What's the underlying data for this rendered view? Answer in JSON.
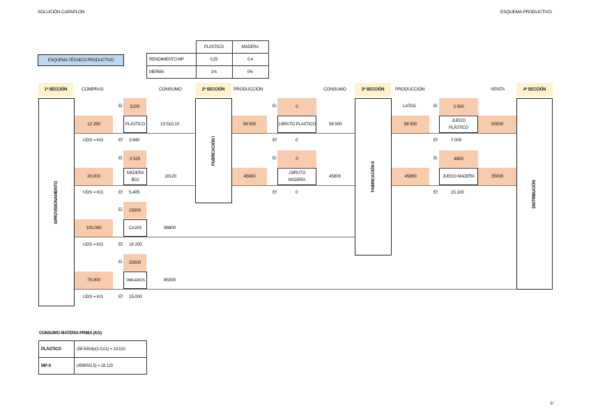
{
  "header": {
    "left_title": "SOLUCIÓN CAPAPLON",
    "right_title": "ESQUEMA PRODUCTIVO"
  },
  "scheme_title": "ESQUEMA TÉCNICO PRODUCTIVO",
  "parameters": {
    "columns": [
      "PLASTICO",
      "MADERA"
    ],
    "rows": [
      {
        "label": "RENDIMIENTO MP",
        "values": [
          "0,25",
          "0,4"
        ]
      },
      {
        "label": "MERMA",
        "values": [
          "1%",
          "0%"
        ]
      }
    ]
  },
  "column_headers": {
    "section1": "1ª SECCIÓN",
    "compras": "COMPRAS",
    "consumo1": "CONSUMO",
    "section2": "2ª SECCIÓN",
    "produccion1": "PRODUCCIÓN",
    "consumo2": "CONSUMO",
    "section3": "3ª SECCIÓN",
    "produccion2": "PRODUCCIÓN",
    "venta": "VENTA",
    "section4": "4ª SECCIÓN"
  },
  "stages": {
    "aprovisionamiento": "APROVISIONAMIENTO",
    "fabricacion1": "FABRICACIÓN I",
    "fabricacion2": "FABRICACIÓN II",
    "distribucion": "DISTRIBUCIÓN"
  },
  "labels": {
    "ei": "Ei",
    "ef": "Ef",
    "uds": "UDS = KG",
    "latas": "LATAS"
  },
  "section1_rows": [
    {
      "material": "PLÁSTICO",
      "ei": "5200",
      "compras": "12 250",
      "consumo": "13 510,10",
      "ef": "3.940"
    },
    {
      "material": "MADERA BOJ",
      "ei": "3 525",
      "compras": "20.000",
      "consumo": "18120",
      "ef": "5.405"
    },
    {
      "material": "CAJAS",
      "ei": "15000",
      "compras": "100.000",
      "consumo": "98800",
      "ef": "16 200"
    },
    {
      "material": "TABLEROS",
      "ei": "25000",
      "compras": "75.000",
      "consumo": "85000",
      "ef": "15.000"
    }
  ],
  "section2_rows": [
    {
      "product": "J.BRUTO PLASTICO",
      "ei": "0",
      "produccion": "58 500",
      "consumo": "58 500",
      "ef": "0"
    },
    {
      "product": "J.BRUTO MADERA",
      "ei": "0",
      "produccion": "45800",
      "consumo": "45800",
      "ef": "0"
    }
  ],
  "section3_rows": [
    {
      "product": "JUEGO PLÁSTICO",
      "ei": "3 500",
      "produccion": "58 500",
      "venta": "50000",
      "ef": "7.000"
    },
    {
      "product": "JUEGO MADERA",
      "ei": "4800",
      "produccion": "45800",
      "venta": "35000",
      "ef": "15.100"
    }
  ],
  "consumo_mp": {
    "title": "CONSUMO MATERIA PRIMA (KG)",
    "rows": [
      {
        "label": "PLÁSTICO",
        "formula": "(58.500/4)/(1-0,01) = 13.510"
      },
      {
        "label": "MP-S",
        "formula": "(45800/2,5) = 18.120"
      }
    ]
  },
  "footer": {
    "page": "1/"
  }
}
